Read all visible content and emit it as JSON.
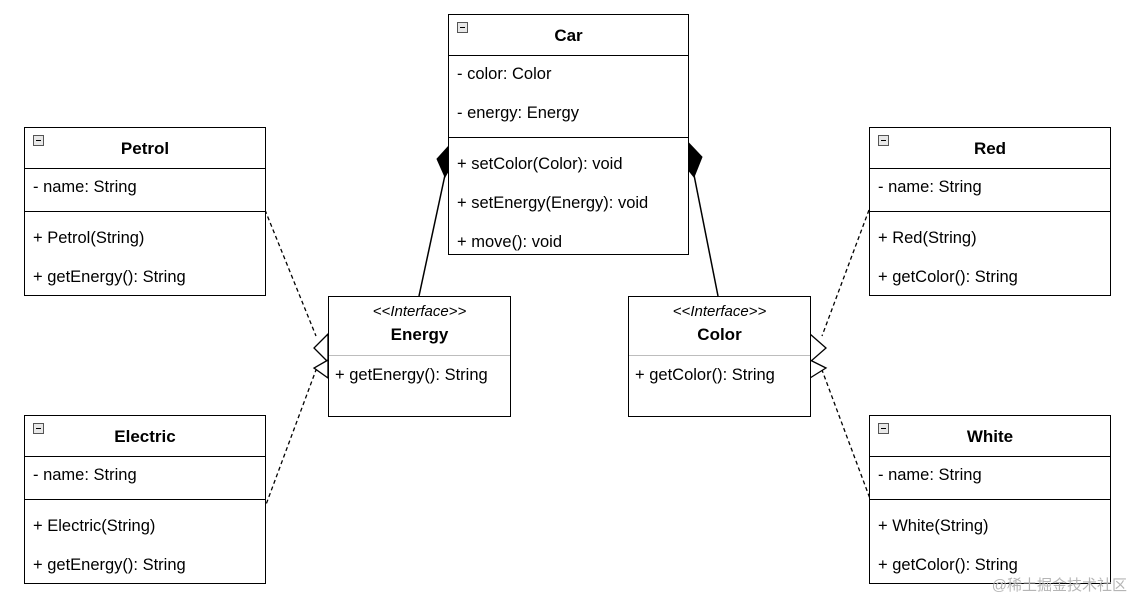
{
  "car": {
    "name": "Car",
    "attributes": [
      "- color: Color",
      "- energy: Energy"
    ],
    "methods": [
      "+ setColor(Color): void",
      "+ setEnergy(Energy): void",
      "+ move(): void"
    ]
  },
  "petrol": {
    "name": "Petrol",
    "attributes": [
      "- name: String"
    ],
    "methods": [
      "+ Petrol(String)",
      "+ getEnergy(): String"
    ]
  },
  "electric": {
    "name": "Electric",
    "attributes": [
      "- name: String"
    ],
    "methods": [
      "+ Electric(String)",
      "+ getEnergy(): String"
    ]
  },
  "red": {
    "name": "Red",
    "attributes": [
      "- name: String"
    ],
    "methods": [
      "+ Red(String)",
      "+ getColor(): String"
    ]
  },
  "white": {
    "name": "White",
    "attributes": [
      "- name: String"
    ],
    "methods": [
      "+ White(String)",
      "+ getColor(): String"
    ]
  },
  "energy_iface": {
    "stereotype": "<<Interface>>",
    "name": "Energy",
    "methods": [
      "+ getEnergy(): String"
    ]
  },
  "color_iface": {
    "stereotype": "<<Interface>>",
    "name": "Color",
    "methods": [
      "+ getColor(): String"
    ]
  },
  "watermark": "@稀土掘金技术社区",
  "colors": {
    "stroke": "#000000",
    "background": "#ffffff",
    "watermark": "#b5b5b5"
  }
}
